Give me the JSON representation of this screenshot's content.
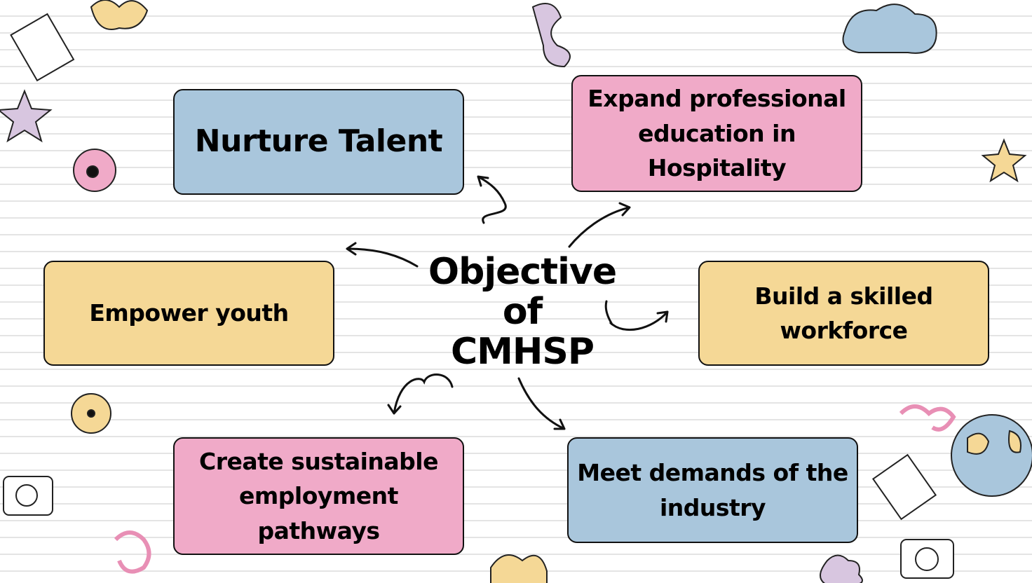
{
  "center_title": {
    "line1": "Objective",
    "line2": "of",
    "line3": "CMHSP"
  },
  "objectives": [
    {
      "label": "Nurture Talent",
      "color": "#a9c6dc"
    },
    {
      "label": "Expand professional education in Hospitality",
      "color": "#f0aac8"
    },
    {
      "label": "Empower youth",
      "color": "#f5d896"
    },
    {
      "label": "Build a skilled workforce",
      "color": "#f5d896"
    },
    {
      "label": "Create sustainable employment pathways",
      "color": "#f0aac8"
    },
    {
      "label": "Meet demands of the industry",
      "color": "#a9c6dc"
    }
  ]
}
